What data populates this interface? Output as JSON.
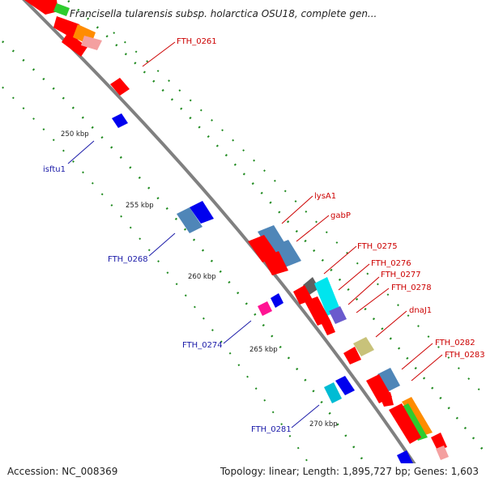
{
  "title": "Francisella tularensis subsp. holarctica OSU18, complete gen...",
  "footer": {
    "accession": "Accession: NC_008369",
    "topology": "Topology: linear; Length: 1,895,727 bp; Genes: 1,603"
  },
  "kbp_labels": [
    "250 kbp",
    "255 kbp",
    "260 kbp",
    "265 kbp",
    "270 kbp"
  ],
  "gene_labels_forward": [
    "FTH_0261",
    "lysA1",
    "gabP",
    "FTH_0275",
    "FTH_0276",
    "FTH_0277",
    "FTH_0278",
    "dnaJ1",
    "FTH_0282",
    "FTH_0283"
  ],
  "gene_labels_reverse": [
    "isftu1",
    "FTH_0268",
    "FTH_0274",
    "FTH_0281"
  ],
  "colors": {
    "backbone": "#808080",
    "forward_gene": "#ff0000",
    "reverse_gene": "#0000ee",
    "label_forward": "#cc0000",
    "label_reverse": "#1a1aa8",
    "tick": "#1f8a1f",
    "steelblue": "#4f86b8",
    "cyan": "#00e5ee",
    "magenta": "#ff1493",
    "orange": "#ff8c00",
    "green": "#2ecc2e",
    "olive": "#c8c27a",
    "grey": "#606060",
    "pink": "#f4a0a0",
    "slate": "#6a5acd"
  }
}
